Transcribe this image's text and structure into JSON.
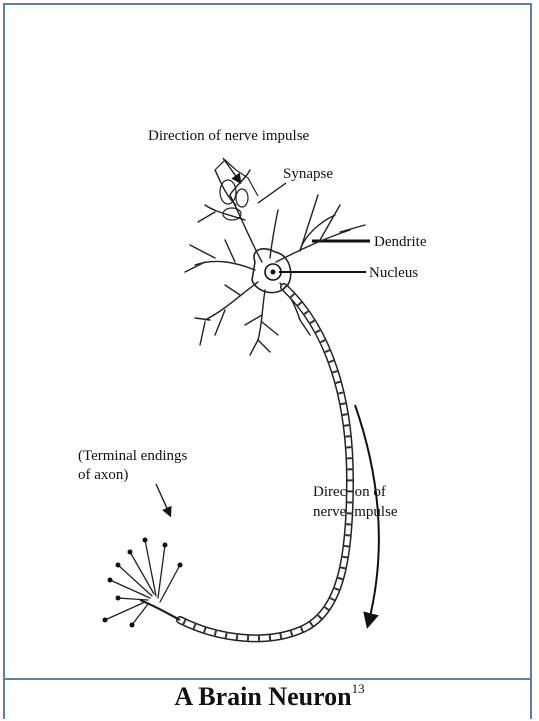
{
  "figure": {
    "caption_main": "A Brain Neuron",
    "caption_ref": "13"
  },
  "labels": {
    "direction_top": "Direction of nerve impulse",
    "synapse": "Synapse",
    "dendrite": "Dendrite",
    "nucleus": "Nucleus",
    "terminal_line1": "(Terminal endings",
    "terminal_line2": "of axon)",
    "direction_axon_line1": "Direction of",
    "direction_axon_line2": "nerve impulse"
  },
  "colors": {
    "frame": "#5d7fa6",
    "ink": "#111111"
  }
}
